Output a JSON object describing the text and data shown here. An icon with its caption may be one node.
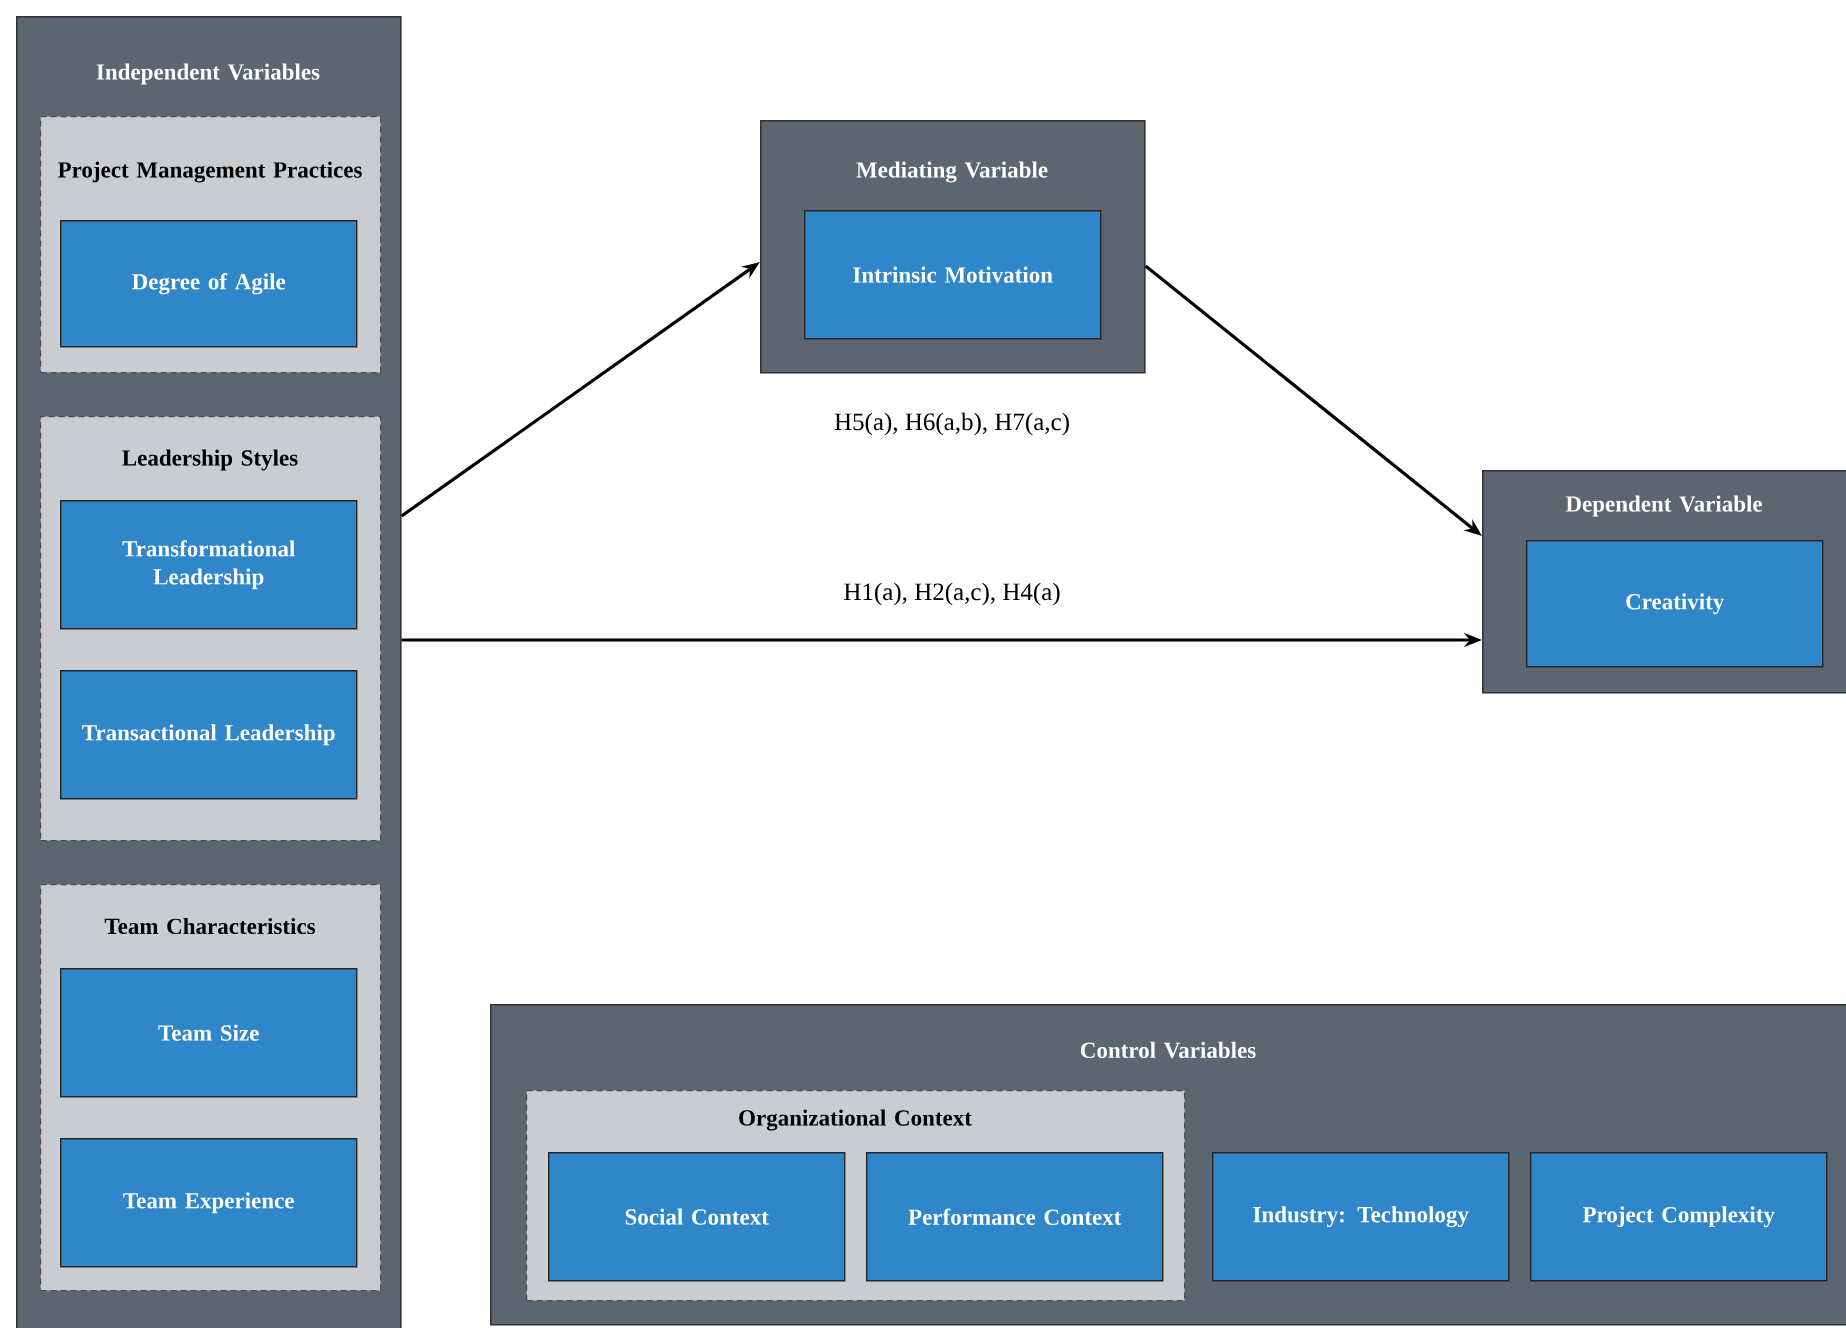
{
  "diagram": {
    "nodes": [
      {
        "text": [
          "Independent Variables"
        ]
      },
      {
        "text": [
          "Project Management Practices"
        ],
        "in": 0
      },
      {
        "text": [
          "Degree of Agile"
        ],
        "in": 1
      },
      {
        "text": [
          "Leadership Styles"
        ],
        "in": 0
      },
      {
        "text": [
          "Transformational Leadership"
        ],
        "in": 3
      },
      {
        "text": [
          "Transactional Leadership"
        ],
        "in": 3
      },
      {
        "text": [
          "Team Characteristics"
        ],
        "in": 0
      },
      {
        "text": [
          "Team Size"
        ],
        "in": 6
      },
      {
        "text": [
          "Team Experience"
        ],
        "in": 6
      },
      {
        "text": [
          "Mediating Variable"
        ],
        "beside": [
          "H5(a), H6(a,b), H7(a,c)"
        ]
      },
      {
        "text": [
          "Intrinsic Motivation"
        ],
        "in": 9
      },
      {
        "text": [
          "Dependent Variable"
        ]
      },
      {
        "text": [
          "Creativity"
        ],
        "in": 11
      },
      {
        "text": [
          "Control Variables"
        ]
      },
      {
        "text": [
          "Organizational Context"
        ],
        "in": 13
      },
      {
        "text": [
          "Social Context"
        ],
        "in": 14
      },
      {
        "text": [
          "Performance Context"
        ],
        "in": 14
      },
      {
        "text": [
          "Industry: Technology"
        ],
        "in": 13
      },
      {
        "text": [
          "Project Complexity"
        ],
        "in": 13
      }
    ],
    "edges": [
      {
        "from": 0,
        "to": 9,
        "arrow": "to"
      },
      {
        "from": 9,
        "to": 11,
        "arrow": "to"
      },
      {
        "from": 0,
        "to": 11,
        "arrow": "to",
        "label": "H1(a), H2(a,c), H4(a)"
      }
    ]
  }
}
